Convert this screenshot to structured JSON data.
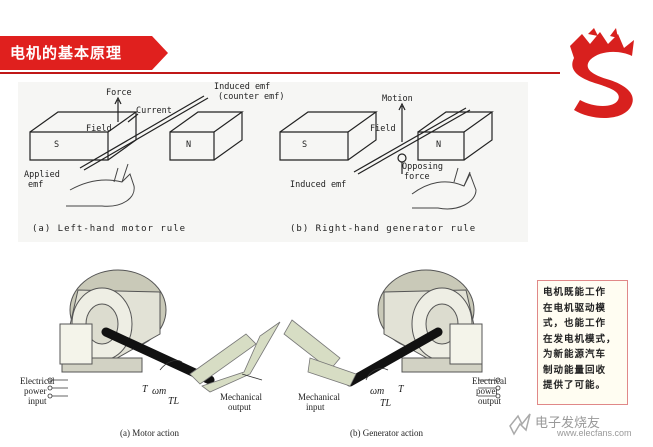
{
  "header": {
    "title": "电机的基本原理",
    "banner_color": "#e0201e",
    "rule_color": "#c01818"
  },
  "top_diagram": {
    "labels": {
      "induced_emf": "Induced emf",
      "counter_emf": "(counter emf)",
      "force": "Force",
      "current": "Current",
      "field_left": "Field",
      "pole_s_left": "S",
      "pole_n_left": "N",
      "applied_emf_1": "Applied",
      "applied_emf_2": "emf",
      "motion": "Motion",
      "field_right": "Field",
      "pole_s_right": "S",
      "pole_n_right": "N",
      "opposing_1": "Opposing",
      "opposing_2": "force",
      "induced_emf_right": "Induced emf"
    },
    "captions": {
      "left": "(a) Left-hand motor rule",
      "right": "(b) Right-hand generator rule"
    }
  },
  "bottom_diagram": {
    "labels": {
      "electrical_1": "Electrical",
      "electrical_2": "power",
      "electrical_3": "input",
      "mech_out_1": "Mechanical",
      "mech_out_2": "output",
      "mech_in_1": "Mechanical",
      "mech_in_2": "input",
      "elec_out_1": "Electrical",
      "elec_out_2": "power",
      "elec_out_3": "output",
      "t_left": "T",
      "omega_left": "ωm",
      "tl_left": "TL",
      "t_right": "T",
      "omega_right": "ωm",
      "tl_right": "TL"
    },
    "captions": {
      "left": "(a) Motor action",
      "right": "(b) Generator action"
    }
  },
  "note": {
    "lines": [
      "电机既能工作",
      "在电机驱动模",
      "式，也能工作",
      "在发电机模式，",
      "为新能源汽车",
      "制动能量回收",
      "提供了可能。"
    ],
    "border_color": "#e08888"
  },
  "watermark": {
    "text": "电子发烧友",
    "url": "www.elecfans.com"
  }
}
